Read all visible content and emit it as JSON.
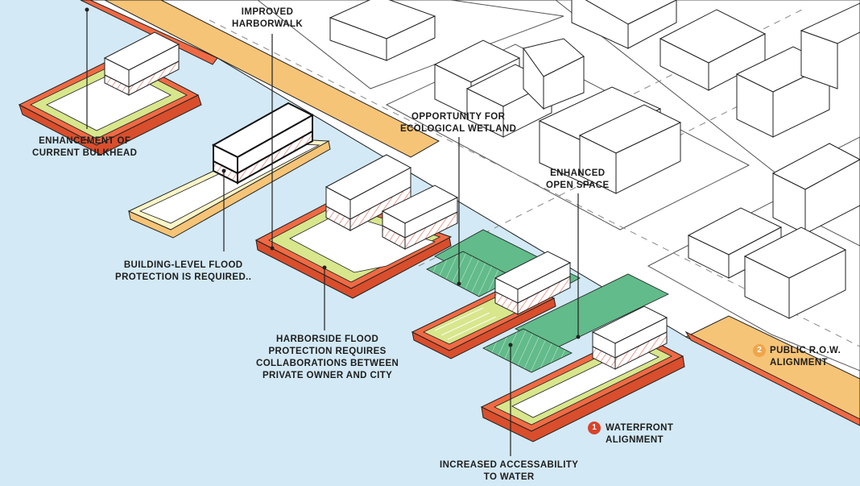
{
  "colors": {
    "water": "#d3e9f5",
    "land": "#ffffff",
    "line": "#222222",
    "bulkhead": "#ef6a44",
    "bulkhead_side": "#d94e2c",
    "grass": "#d8e68c",
    "cream": "#fbf5c8",
    "harborwalk": "#f6c477",
    "wetland": "#62bb8a",
    "hatch": "#e07a6a",
    "badge_1": "#d9432a",
    "badge_2": "#f0a54a"
  },
  "labels": {
    "improved_harborwalk": [
      "IMPROVED",
      "HARBORWALK"
    ],
    "enhancement_bulkhead": [
      "ENHANCEMENT OF",
      "CURRENT BULKHEAD"
    ],
    "ecological_wetland": [
      "OPPORTUNITY FOR",
      "ECOLOGICAL WETLAND"
    ],
    "enhanced_open_space": [
      "ENHANCED",
      "OPEN SPACE"
    ],
    "building_flood_protection": [
      "BUILDING-LEVEL FLOOD",
      "PROTECTION IS REQUIRED.."
    ],
    "harborside_flood_protection": [
      "HARBORSIDE FLOOD",
      "PROTECTION REQUIRES",
      "COLLABORATIONS BETWEEN",
      "PRIVATE OWNER AND CITY"
    ],
    "public_row_alignment": [
      "PUBLIC R.O.W.",
      "ALIGNMENT"
    ],
    "waterfront_alignment": [
      "WATERFRONT",
      "ALIGNMENT"
    ],
    "increased_accessability": [
      "INCREASED ACCESSABILITY",
      "TO WATER"
    ]
  },
  "badges": {
    "waterfront": "1",
    "public_row": "2"
  }
}
